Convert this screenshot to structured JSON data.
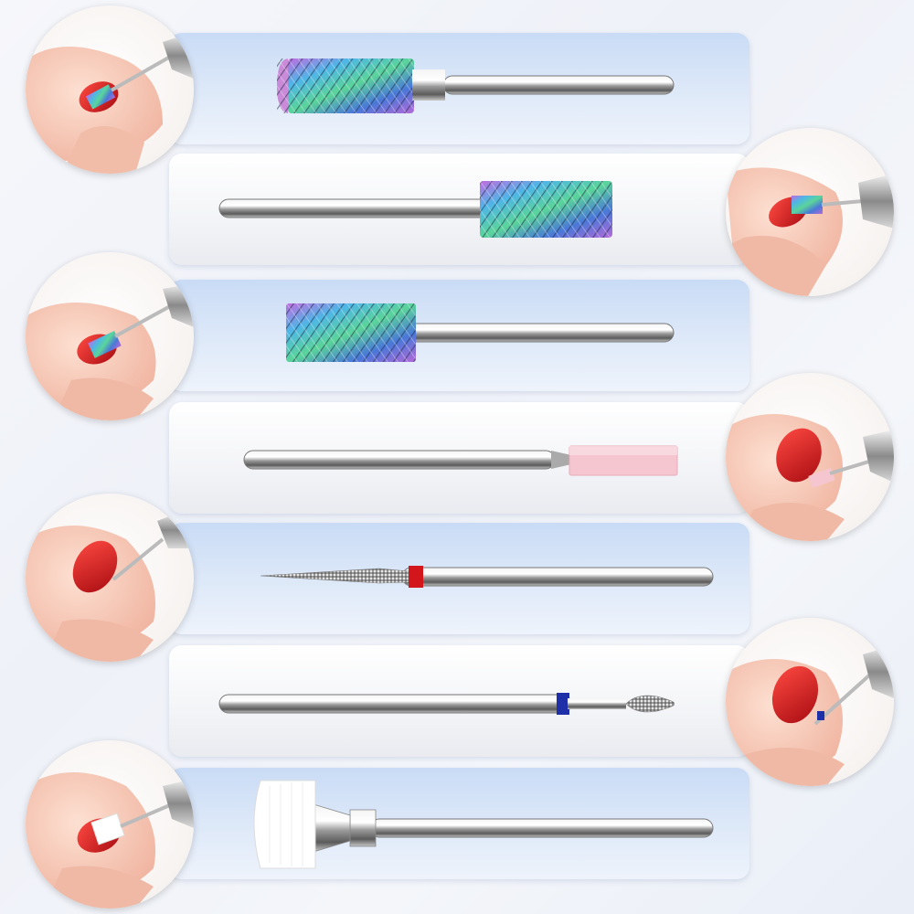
{
  "image": {
    "subject": "",
    "bits": [
      {
        "id": "carbide-barrel-rounded",
        "panel_tone": "blue",
        "circle_side": "left"
      },
      {
        "id": "carbide-barrel-small",
        "panel_tone": "white",
        "circle_side": "right"
      },
      {
        "id": "carbide-barrel-flat",
        "panel_tone": "blue",
        "circle_side": "left"
      },
      {
        "id": "pink-stone-cylinder",
        "panel_tone": "white",
        "circle_side": "right"
      },
      {
        "id": "diamond-needle-red-band",
        "panel_tone": "blue",
        "circle_side": "left"
      },
      {
        "id": "diamond-flame-blue-band",
        "panel_tone": "white",
        "circle_side": "right"
      },
      {
        "id": "white-cleaning-brush",
        "panel_tone": "blue",
        "circle_side": "left"
      }
    ],
    "colors": {
      "panel_blue": "#c9dbf5",
      "panel_white": "#ffffff",
      "nail_red": "#c8141a",
      "skin": "#f6c9b8",
      "band_red": "#d2161c",
      "band_blue": "#1e2fa8",
      "stone_pink": "#f5c6d0"
    }
  }
}
